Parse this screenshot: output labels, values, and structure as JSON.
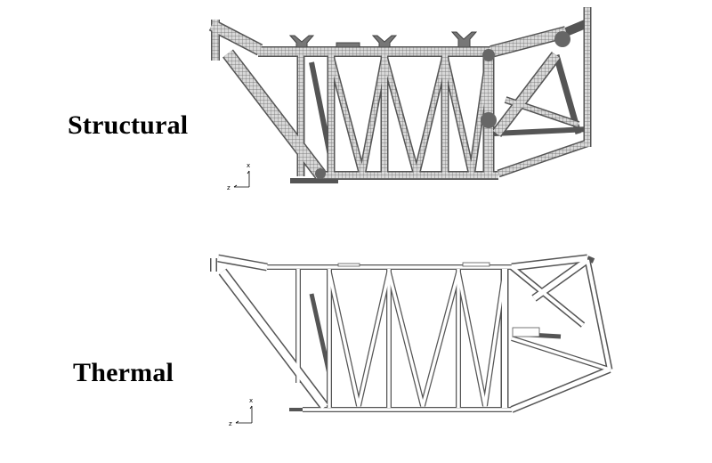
{
  "labels": {
    "structural": "Structural",
    "thermal": "Thermal"
  },
  "axes": {
    "structural": {
      "horizontal": "z",
      "vertical": "x"
    },
    "thermal": {
      "horizontal": "z",
      "vertical": "x"
    }
  },
  "colors": {
    "structural_mesh": "#555555",
    "thermal_mesh": "#4a4a4a",
    "background": "#ffffff"
  }
}
